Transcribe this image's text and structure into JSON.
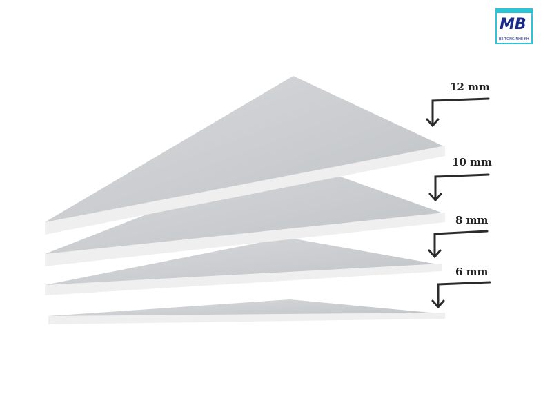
{
  "logo": {
    "letters": "MB",
    "tagline": "BÊ TÔNG NHẸ KH"
  },
  "labels": [
    "12 mm",
    "10 mm",
    "8 mm",
    "6 mm"
  ],
  "colors": {
    "board_face": "#c9cccf",
    "board_edge": "#eeeeef",
    "arrow": "#2b2b2b",
    "logo_blue": "#1a2b8c",
    "logo_cyan": "#2ec4d6"
  }
}
